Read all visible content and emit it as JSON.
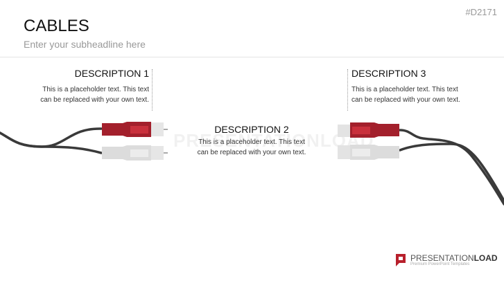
{
  "slide_code": "#D2171",
  "title": "CABLES",
  "subheadline": "Enter your subheadline here",
  "descriptions": [
    {
      "heading": "DESCRIPTION 1",
      "text_line1": "This is a placeholder text. This text",
      "text_line2": "can be replaced with your own text."
    },
    {
      "heading": "DESCRIPTION 2",
      "text_line1": "This is a placeholder text. This text",
      "text_line2": "can be replaced with your own text."
    },
    {
      "heading": "DESCRIPTION 3",
      "text_line1": "This is a placeholder text. This text",
      "text_line2": "can be replaced with your own text."
    }
  ],
  "watermark": "PRESENTATIONLOAD",
  "logo": {
    "name_a": "PRESENTATION",
    "name_b": "LOAD",
    "tagline": "Premium PowerPoint Templates"
  },
  "colors": {
    "red": "#a3202c",
    "white_plug": "#dcdcdc",
    "cable": "#3a3a3a"
  }
}
